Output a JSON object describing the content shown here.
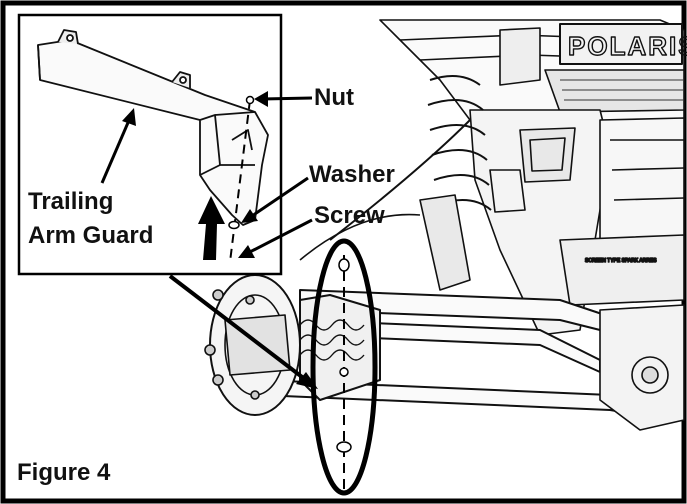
{
  "labels": {
    "nut": "Nut",
    "washer": "Washer",
    "screw": "Screw",
    "trailing_line1": "Trailing",
    "trailing_line2": "Arm Guard",
    "figure": "Figure 4"
  },
  "logo_text": "POLARIS",
  "colors": {
    "ink": "#111111",
    "paper": "#ffffff",
    "frame": "#000000"
  }
}
